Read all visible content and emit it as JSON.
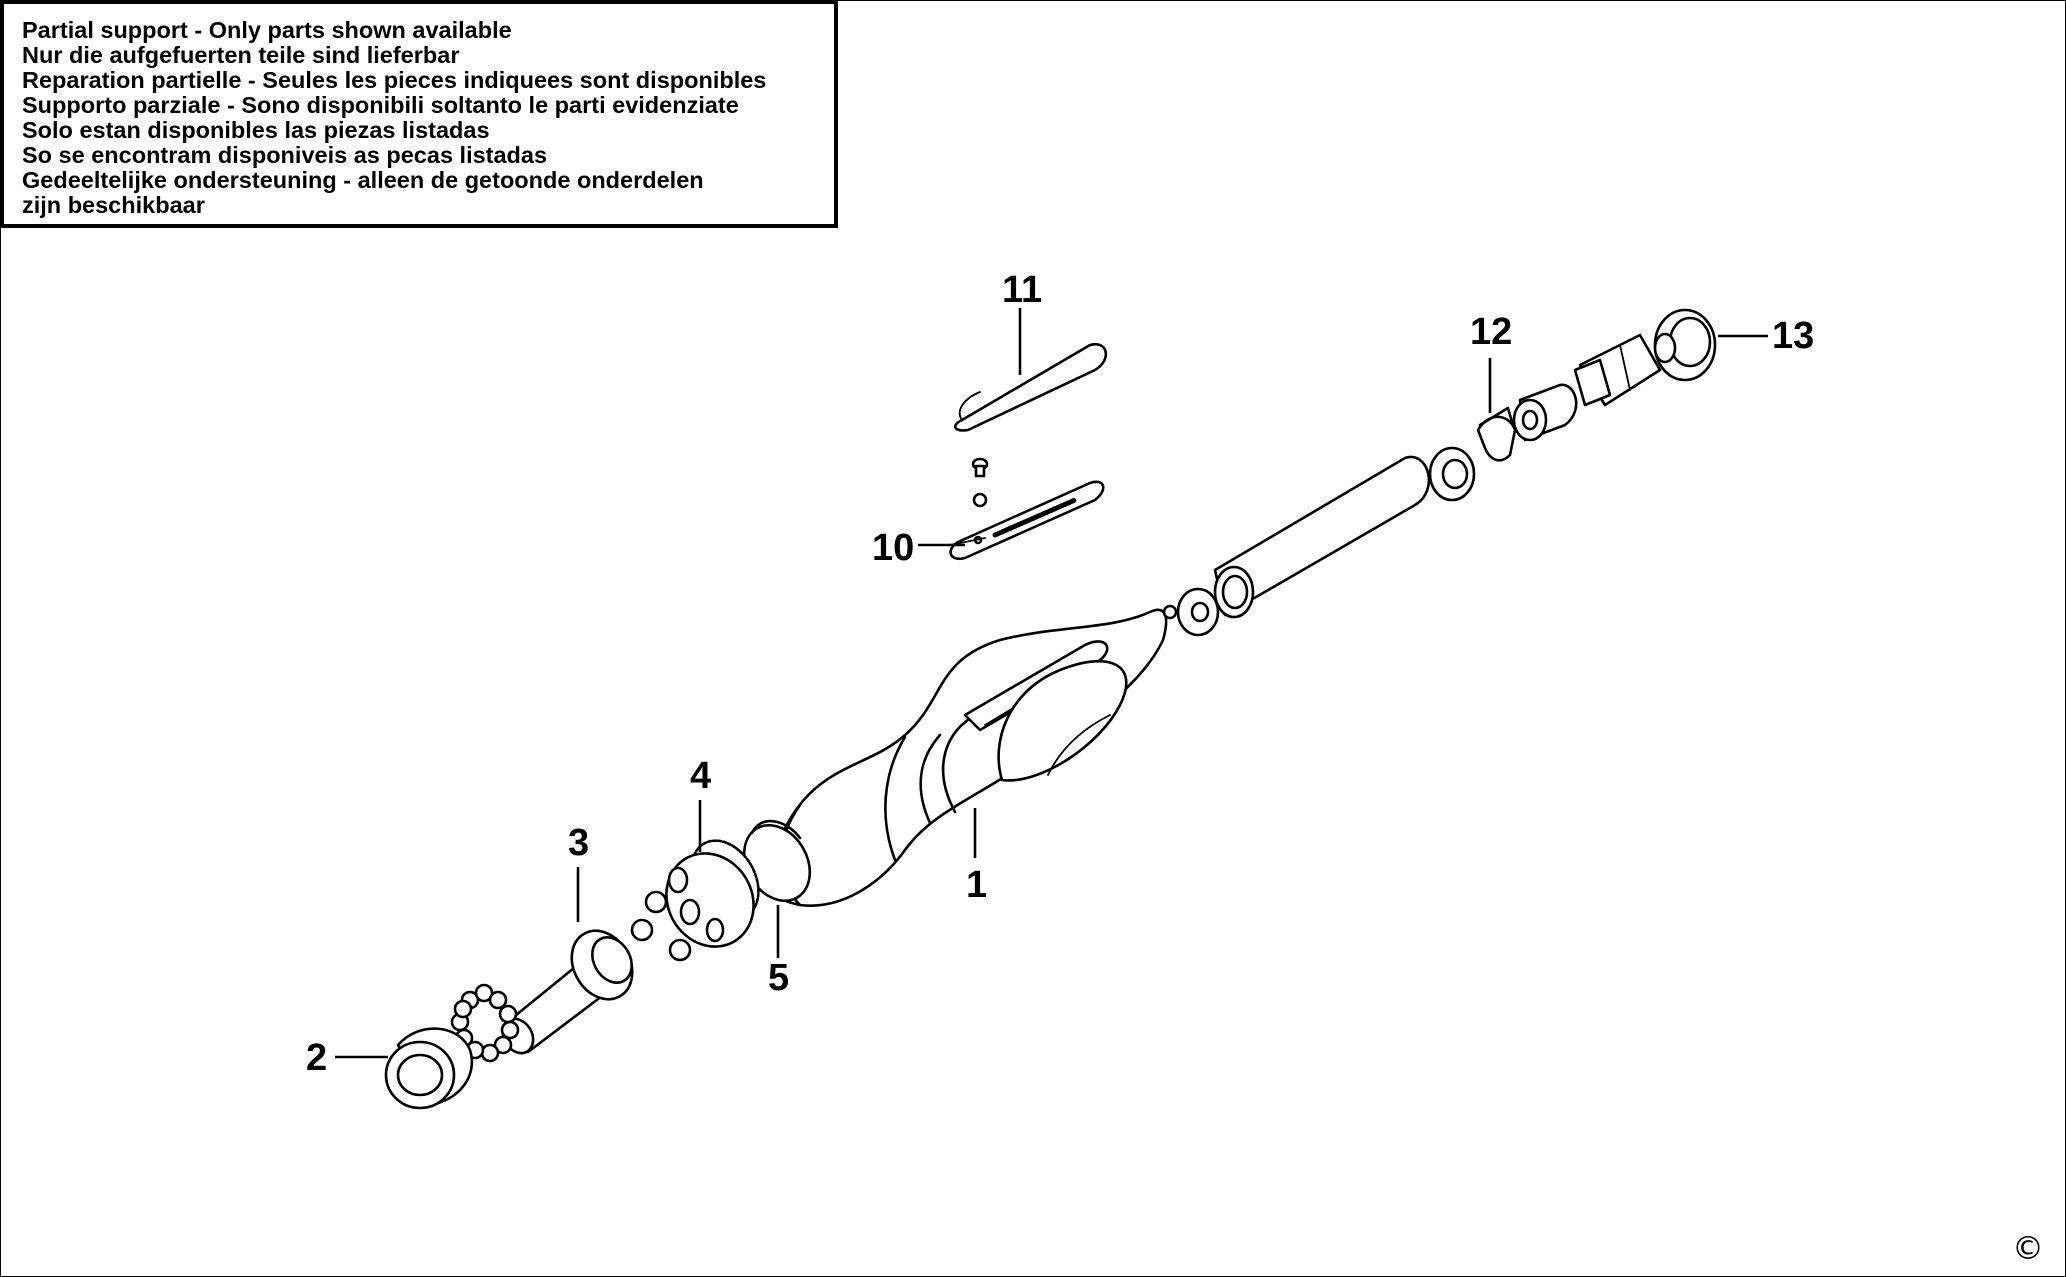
{
  "notice": {
    "lines": [
      "Partial support - Only parts shown available",
      "Nur die aufgefuerten teile sind lieferbar",
      "Reparation partielle - Seules les pieces indiquees sont disponibles",
      "Supporto parziale - Sono disponibili soltanto le parti evidenziate",
      "Solo estan disponibles las piezas listadas",
      "So se encontram disponiveis as pecas listadas",
      "Gedeeltelijke ondersteuning - alleen de getoonde onderdelen",
      "zijn beschikbaar"
    ]
  },
  "callouts": {
    "p1": "1",
    "p2": "2",
    "p3": "3",
    "p4": "4",
    "p5": "5",
    "p10": "10",
    "p11": "11",
    "p12": "12",
    "p13": "13"
  },
  "copyright": "©",
  "colors": {
    "ink": "#000000",
    "paper": "#ffffff"
  }
}
